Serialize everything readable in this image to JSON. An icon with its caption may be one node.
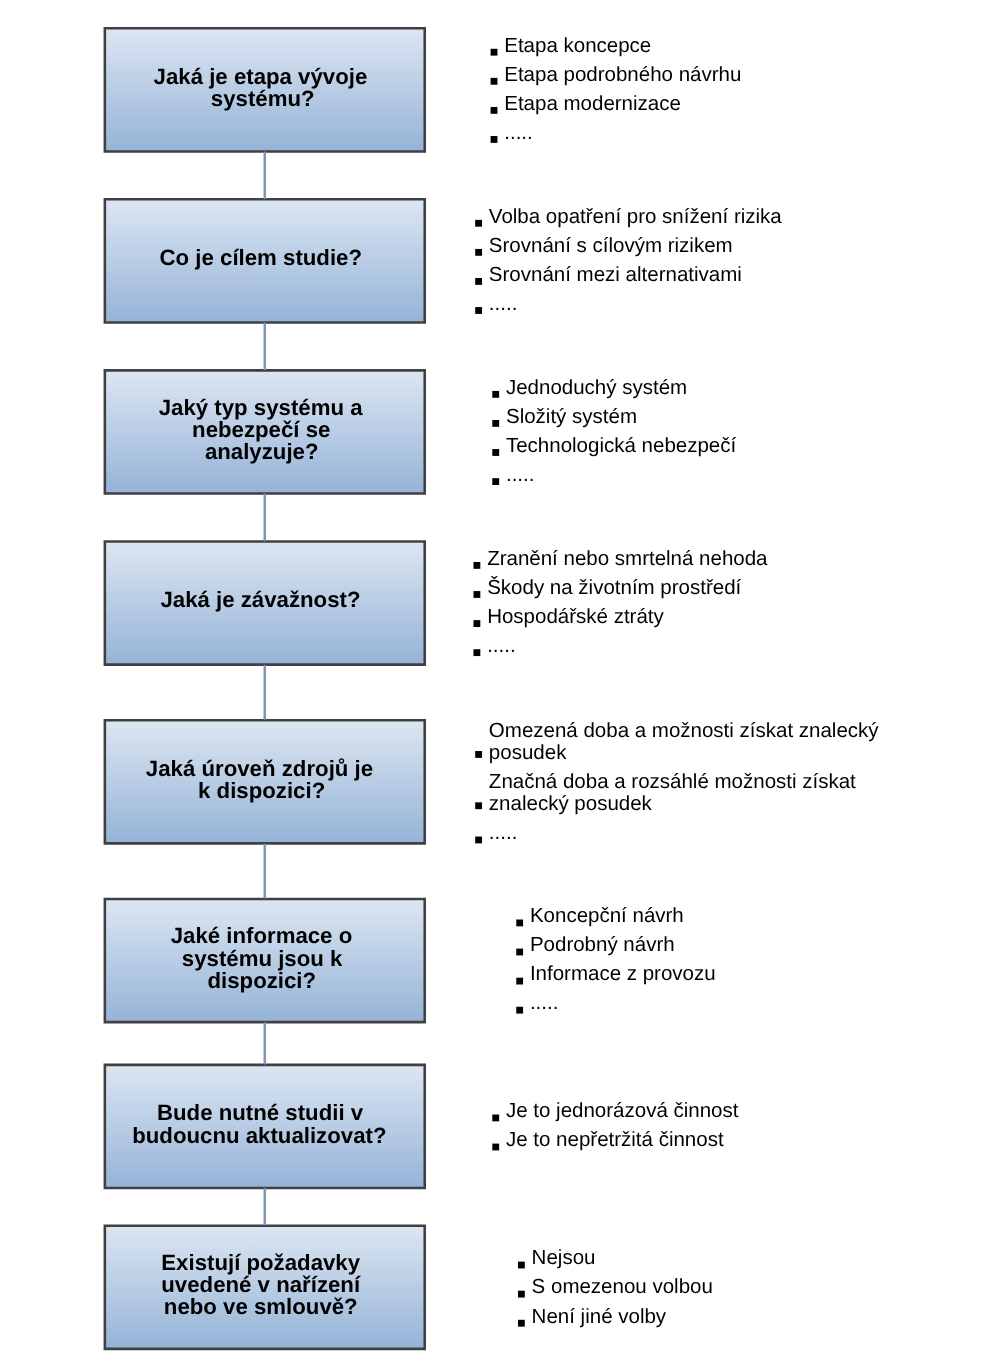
{
  "diagram": {
    "nodes": [
      {
        "text": [
          "Jaká je etapa vývoje systému?"
        ],
        "beside": [
          "Etapa koncepce",
          "Etapa podrobného návrhu",
          "Etapa modernizace",
          "....."
        ]
      },
      {
        "text": [
          "Co je cílem studie?"
        ],
        "beside": [
          "Volba opatření pro snížení rizika",
          "Srovnání s cílovým rizikem",
          "Srovnání mezi alternativami",
          "....."
        ]
      },
      {
        "text": [
          "Jaký typ systému a nebezpečí se analyzuje?"
        ],
        "beside": [
          "Jednoduchý systém",
          "Složitý systém",
          "Technologická nebezpečí",
          "....."
        ]
      },
      {
        "text": [
          "Jaká je závažnost?"
        ],
        "beside": [
          "Zranění nebo smrtelná nehoda",
          "Škody na životním prostředí",
          "Hospodářské ztráty",
          "....."
        ]
      },
      {
        "text": [
          "Jaká úroveň zdrojů je k dispozici?"
        ],
        "beside": [
          "Omezená doba a možnosti získat znalecký posudek",
          "Značná doba a rozsáhlé možnosti získat znalecký posudek",
          "....."
        ]
      },
      {
        "text": [
          "Jaké informace o systému jsou k dispozici?"
        ],
        "beside": [
          "Koncepční návrh",
          "Podrobný návrh",
          "Informace z provozu",
          "....."
        ]
      },
      {
        "text": [
          "Bude nutné studii v budoucnu aktualizovat?"
        ],
        "beside": [
          "Je to jednorázová činnost",
          "Je to nepřetržitá činnost"
        ]
      },
      {
        "text": [
          "Existují požadavky uvedené v nařízení nebo ve smlouvě?"
        ],
        "beside": [
          "Nejsou",
          "S omezenou volbou",
          "Není jiné volby"
        ]
      }
    ],
    "edges": [
      {
        "from": 0,
        "to": 1,
        "arrow": "none"
      },
      {
        "from": 1,
        "to": 2,
        "arrow": "none"
      },
      {
        "from": 2,
        "to": 3,
        "arrow": "none"
      },
      {
        "from": 3,
        "to": 4,
        "arrow": "none"
      },
      {
        "from": 4,
        "to": 5,
        "arrow": "none"
      },
      {
        "from": 5,
        "to": 6,
        "arrow": "none"
      },
      {
        "from": 6,
        "to": 7,
        "arrow": "none"
      }
    ]
  }
}
